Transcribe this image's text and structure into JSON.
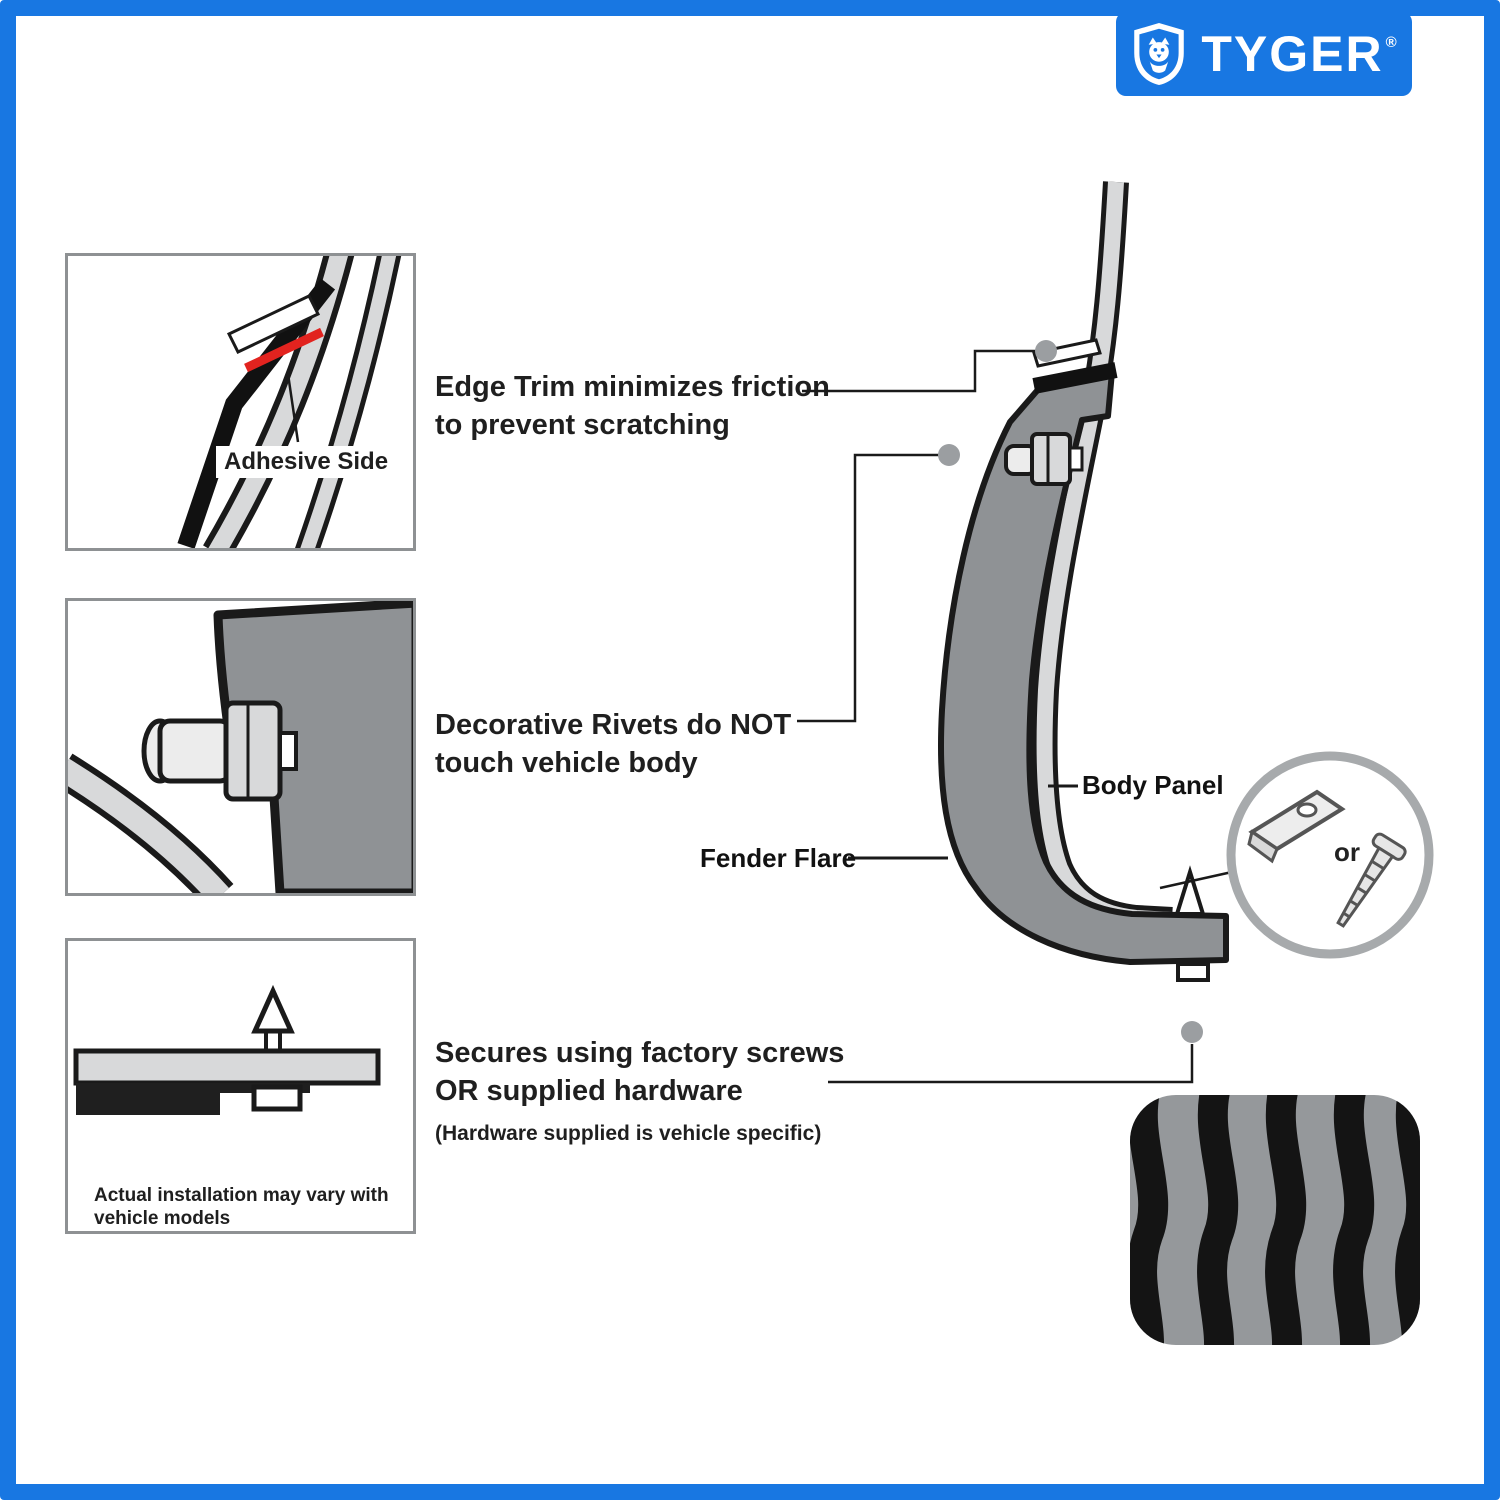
{
  "colors": {
    "brand_blue": "#1877E2",
    "adhesive_red": "#E2231F",
    "flare_gray": "#8F9295",
    "panel_gray": "#D8D9DA",
    "callout_dot_gray": "#9B9EA1",
    "outline_black": "#1A1A1A"
  },
  "logo": {
    "brand": "TYGER",
    "registered_mark": "®",
    "icon": "tyger-shield-lion-icon"
  },
  "insets": {
    "edge_trim": {
      "icon": "edge-trim-adhesive-detail",
      "label": "Adhesive Side"
    },
    "rivet": {
      "icon": "decorative-rivet-detail"
    },
    "hardware": {
      "icon": "flange-screw-detail",
      "note": "Actual installation may vary with\nvehicle models"
    }
  },
  "annotations": {
    "edge_trim": "Edge Trim minimizes friction\nto prevent scratching",
    "rivets": "Decorative Rivets do NOT\ntouch vehicle body",
    "secures": "Secures using factory screws\nOR supplied hardware",
    "secures_note": "(Hardware supplied is vehicle specific)"
  },
  "diagram": {
    "labels": {
      "body_panel": "Body Panel",
      "fender_flare": "Fender Flare"
    },
    "magnifier": {
      "or_label": "or",
      "icons": [
        "u-clip-fastener-icon",
        "screw-icon"
      ]
    },
    "icons": [
      "body-panel-strip",
      "fender-flare-cross-section",
      "edge-trim-cap",
      "decorative-rivet",
      "mounting-screw",
      "retaining-clip",
      "tire-tread"
    ]
  }
}
